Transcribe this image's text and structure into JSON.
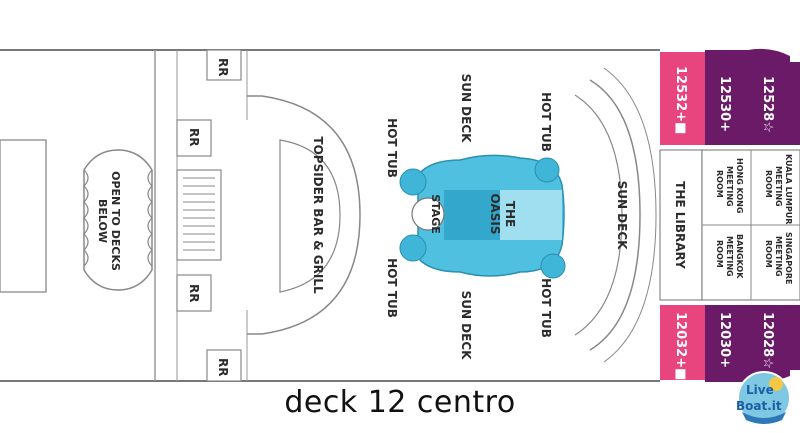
{
  "caption": "deck 12 centro",
  "colors": {
    "pink": "#e8457f",
    "purple": "#6b1a68",
    "pool_blue": "#3fb6d8",
    "pool_light": "#9fdff0",
    "outline": "#8a8a8a"
  },
  "labels": {
    "rr_top": "RR",
    "rr_upper": "RR",
    "rr_lower": "RR",
    "rr_bottom": "RR",
    "open_to_decks": "OPEN TO DECKS",
    "below": "BELOW",
    "topsider": "TOPSIDER BAR & GRILL",
    "sun_deck_top": "SUN DECK",
    "sun_deck_bottom": "SUN DECK",
    "sun_deck_right": "SUN DECK",
    "hot_tub_tl": "HOT TUB",
    "hot_tub_tr": "HOT TUB",
    "hot_tub_bl": "HOT TUB",
    "hot_tub_br": "HOT TUB",
    "stage": "STAGE",
    "the": "THE",
    "oasis": "OASIS",
    "the_library": "THE LIBRARY"
  },
  "meeting_rooms": {
    "kuala_1": "KUALA LUMPUR",
    "kuala_2": "MEETING",
    "kuala_3": "ROOM",
    "hongkong_1": "HONG KONG",
    "hongkong_2": "MEETING",
    "hongkong_3": "ROOM",
    "singapore_1": "SINGAPORE",
    "singapore_2": "MEETING",
    "singapore_3": "ROOM",
    "bangkok_1": "BANGKOK",
    "bangkok_2": "MEETING",
    "bangkok_3": "ROOM"
  },
  "cabins": {
    "c12532": "12532+■",
    "c12530": "12530+",
    "c12528": "12528☆",
    "c12032": "12032+■",
    "c12030": "12030+",
    "c12028": "12028☆"
  },
  "logo": {
    "text": "LiveBoat.it",
    "line1": "Live",
    "line2": "Boat.it"
  }
}
